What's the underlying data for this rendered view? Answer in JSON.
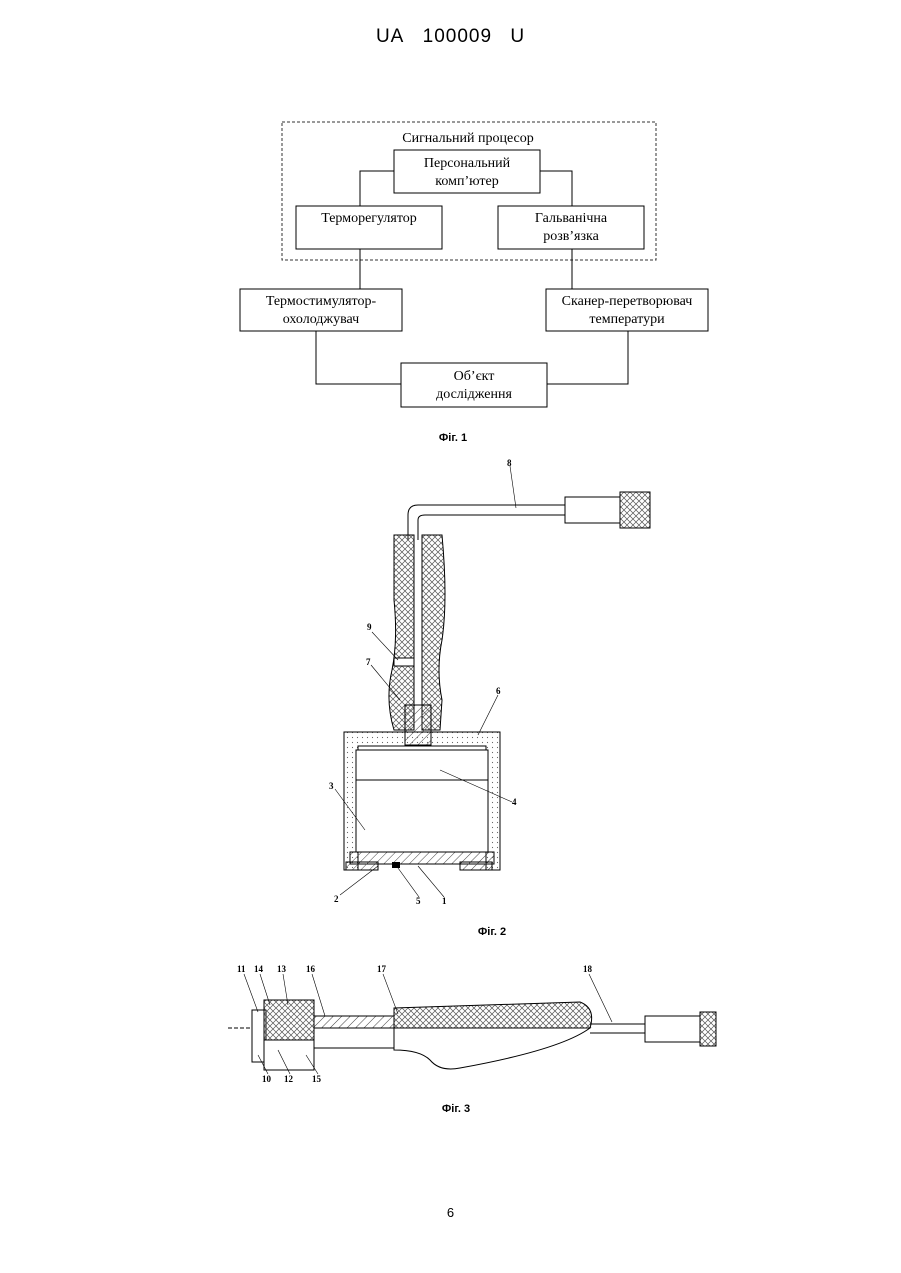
{
  "header": {
    "part1": "UA",
    "part2": "100009",
    "part3": "U"
  },
  "fig1": {
    "container_label": "Сигнальний процесор",
    "boxes": {
      "pc": [
        "Персональний",
        "комп’ютер"
      ],
      "thermoregulator": [
        "Терморегулятор"
      ],
      "galvanic": [
        "Гальванічна",
        "розв’язка"
      ],
      "stimulator": [
        "Термостимулятор-",
        "охолоджувач"
      ],
      "scanner": [
        "Сканер-перетворювач",
        "температури"
      ],
      "object": [
        "Об’єкт",
        "дослідження"
      ]
    },
    "caption": "Фіг. 1"
  },
  "fig2": {
    "labels": [
      "1",
      "2",
      "3",
      "4",
      "5",
      "6",
      "7",
      "8",
      "9"
    ],
    "caption": "Фіг. 2"
  },
  "fig3": {
    "labels": [
      "10",
      "11",
      "12",
      "13",
      "14",
      "15",
      "16",
      "17",
      "18"
    ],
    "caption": "Фіг. 3"
  },
  "page_number": "6"
}
